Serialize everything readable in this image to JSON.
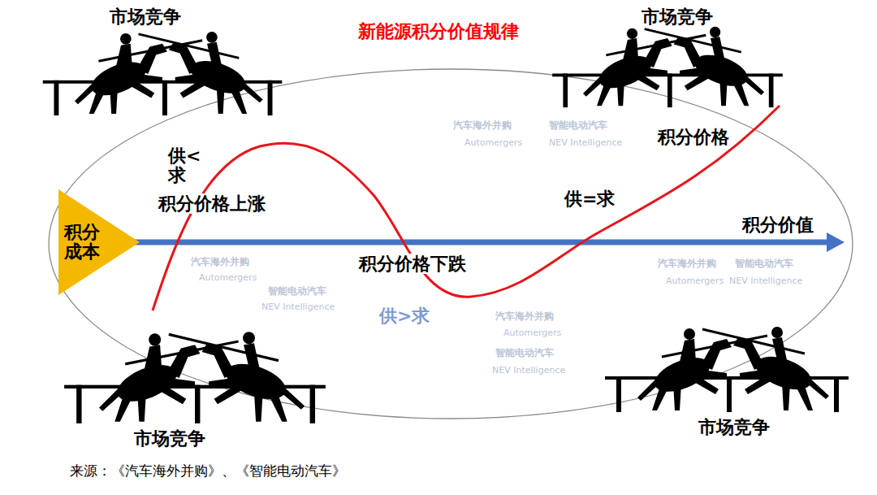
{
  "diagram": {
    "title": "新能源积分价值规律",
    "caption": "来源：《汽车海外并购》、《智能电动汽车》",
    "nodes": [
      {
        "text": [
          "积分成本"
        ]
      }
    ],
    "labels": [
      "市场竞争",
      "市场竞争",
      "市场竞争",
      "市场竞争",
      "供< 求",
      "积分价格上涨",
      "积分价格下跌",
      "供>求",
      "供=求",
      "积分价格",
      "积分价值",
      "汽车海外并购",
      "Automergers",
      "智能电动汽车",
      "NEV Intelligence",
      "汽车海外并购",
      "Automergers",
      "智能电动汽车",
      "NEV Intelligence",
      "汽车海外并购",
      "Automergers",
      "智能电动汽车",
      "NEV Intelligence",
      "汽车海外并购",
      "Automergers",
      "智能电动汽车",
      "NEV Intelligence"
    ]
  }
}
